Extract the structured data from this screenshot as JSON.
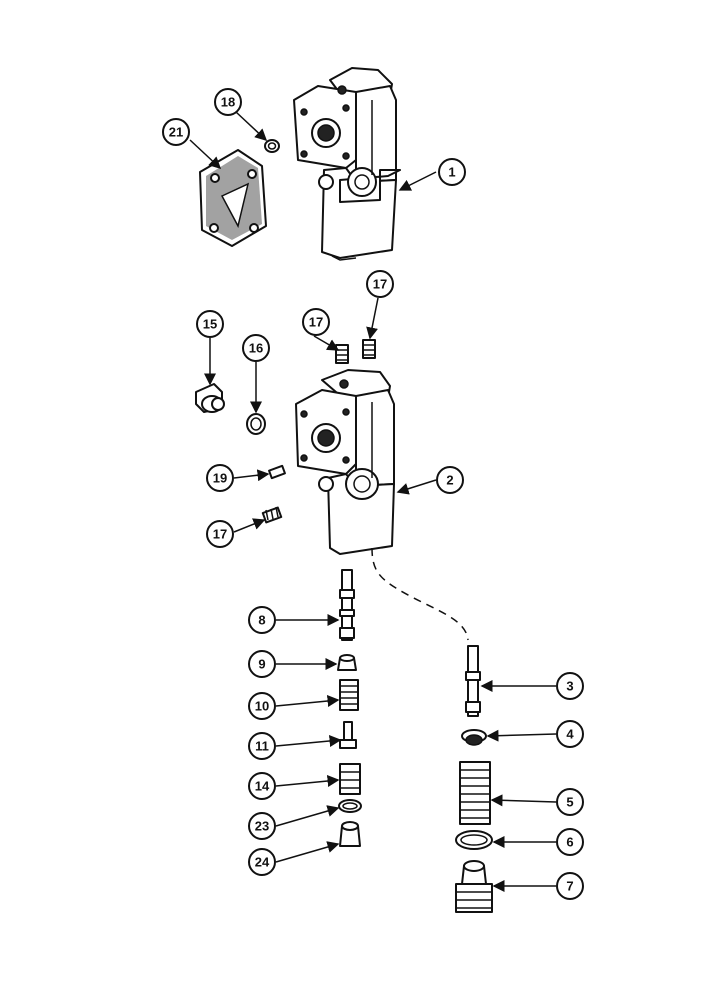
{
  "diagram": {
    "callouts": [
      {
        "id": "c1",
        "label": "1"
      },
      {
        "id": "c2",
        "label": "2"
      },
      {
        "id": "c3",
        "label": "3"
      },
      {
        "id": "c4",
        "label": "4"
      },
      {
        "id": "c5",
        "label": "5"
      },
      {
        "id": "c6",
        "label": "6"
      },
      {
        "id": "c7",
        "label": "7"
      },
      {
        "id": "c8",
        "label": "8"
      },
      {
        "id": "c9",
        "label": "9"
      },
      {
        "id": "c10",
        "label": "10"
      },
      {
        "id": "c11",
        "label": "11"
      },
      {
        "id": "c14",
        "label": "14"
      },
      {
        "id": "c15",
        "label": "15"
      },
      {
        "id": "c16",
        "label": "16"
      },
      {
        "id": "c17a",
        "label": "17"
      },
      {
        "id": "c17b",
        "label": "17"
      },
      {
        "id": "c17c",
        "label": "17"
      },
      {
        "id": "c18",
        "label": "18"
      },
      {
        "id": "c19",
        "label": "19"
      },
      {
        "id": "c21",
        "label": "21"
      },
      {
        "id": "c23",
        "label": "23"
      },
      {
        "id": "c24",
        "label": "24"
      }
    ]
  }
}
